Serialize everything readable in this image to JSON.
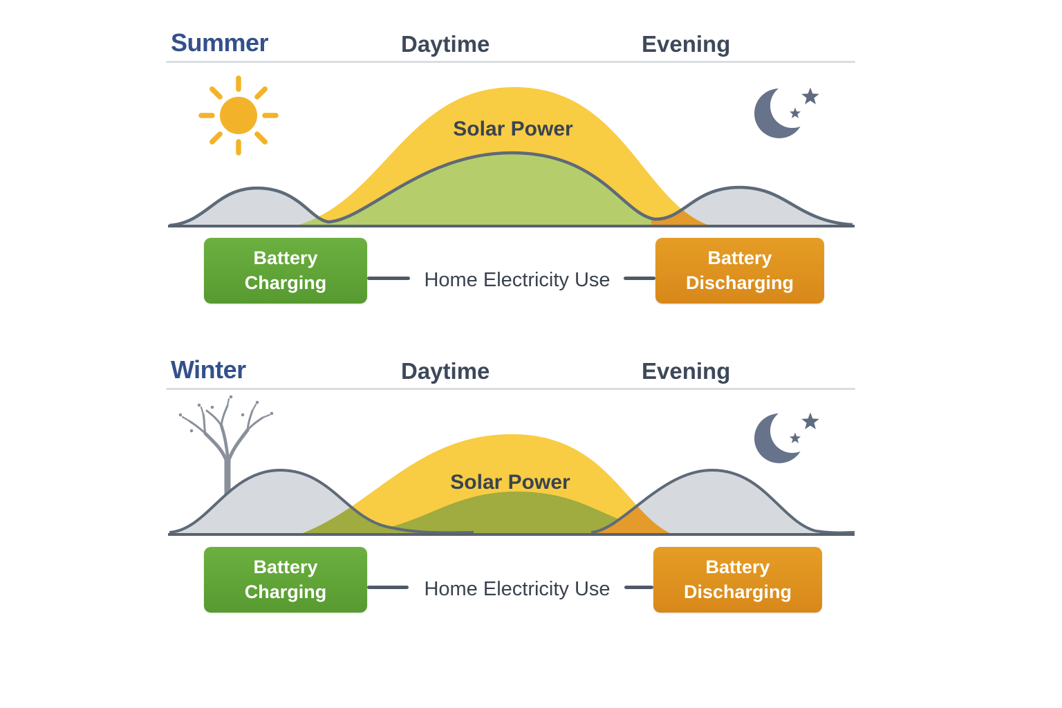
{
  "page": {
    "background": "#ffffff",
    "description": "Solar power and home battery charge/discharge pattern, summer vs winter"
  },
  "colors": {
    "title_navy": "#33508A",
    "header_slate": "#3D4859",
    "label_dark": "#3A4350",
    "rule_gray": "#D9DDE2",
    "solar_yellow": "#F8CC43",
    "summer_day_green": "#B5CE6B",
    "winter_day_olive": "#A0AB40",
    "discharge_overlap_orange": "#E59A2C",
    "night_use_gray_fill": "#D6DADF",
    "curve_stroke_slate": "#5E6A78",
    "baseline_slate": "#59626F",
    "charging_box_green": "#5FA437",
    "discharging_box_orange": "#DE8F21",
    "sun_yellow": "#F2B32B",
    "moon_gray": "#66738A",
    "tree_gray": "#8A909A"
  },
  "sections": [
    {
      "id": "summer",
      "title": "Summer",
      "daytime_label": "Daytime",
      "evening_label": "Evening",
      "season_icon": "sun-icon",
      "night_icon": "moon-stars-icon",
      "solar_label": "Solar Power",
      "charging": {
        "line1": "Battery",
        "line2": "Charging"
      },
      "home_use_label": "Home Electricity Use",
      "discharging": {
        "line1": "Battery",
        "line2": "Discharging"
      }
    },
    {
      "id": "winter",
      "title": "Winter",
      "daytime_label": "Daytime",
      "evening_label": "Evening",
      "season_icon": "bare-tree-icon",
      "night_icon": "moon-stars-icon",
      "solar_label": "Solar Power",
      "charging": {
        "line1": "Battery",
        "line2": "Charging"
      },
      "home_use_label": "Home Electricity Use",
      "discharging": {
        "line1": "Battery",
        "line2": "Discharging"
      }
    }
  ]
}
